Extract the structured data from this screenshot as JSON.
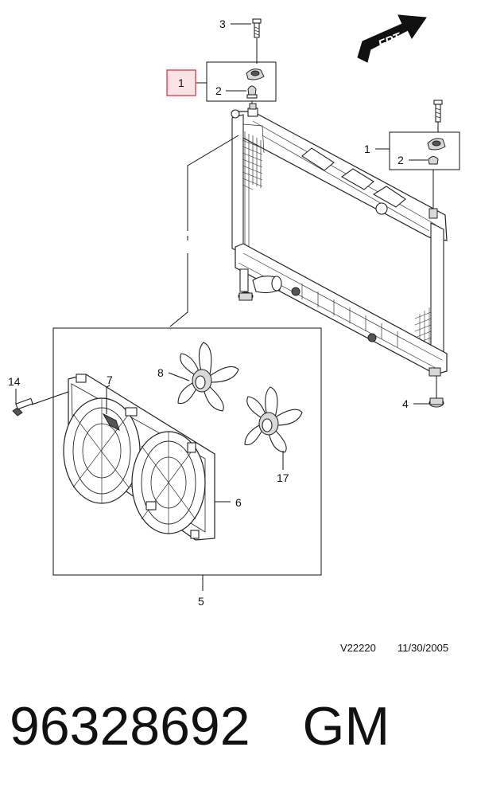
{
  "direction_marker": "FRT",
  "drawing_stamp": {
    "code": "V22220",
    "date": "11/30/2005"
  },
  "callouts": {
    "c1_highlighted": "1",
    "c2_upper": "2",
    "c3": "3",
    "c1_right": "1",
    "c2_right": "2",
    "c4": "4",
    "c5": "5",
    "c6": "6",
    "c7": "7",
    "c8": "8",
    "c14": "14",
    "c17": "17"
  },
  "highlight_color": "#e0505a",
  "highlight_fill": "#fbe3e6",
  "part_number": "96328692",
  "brand": "GM"
}
